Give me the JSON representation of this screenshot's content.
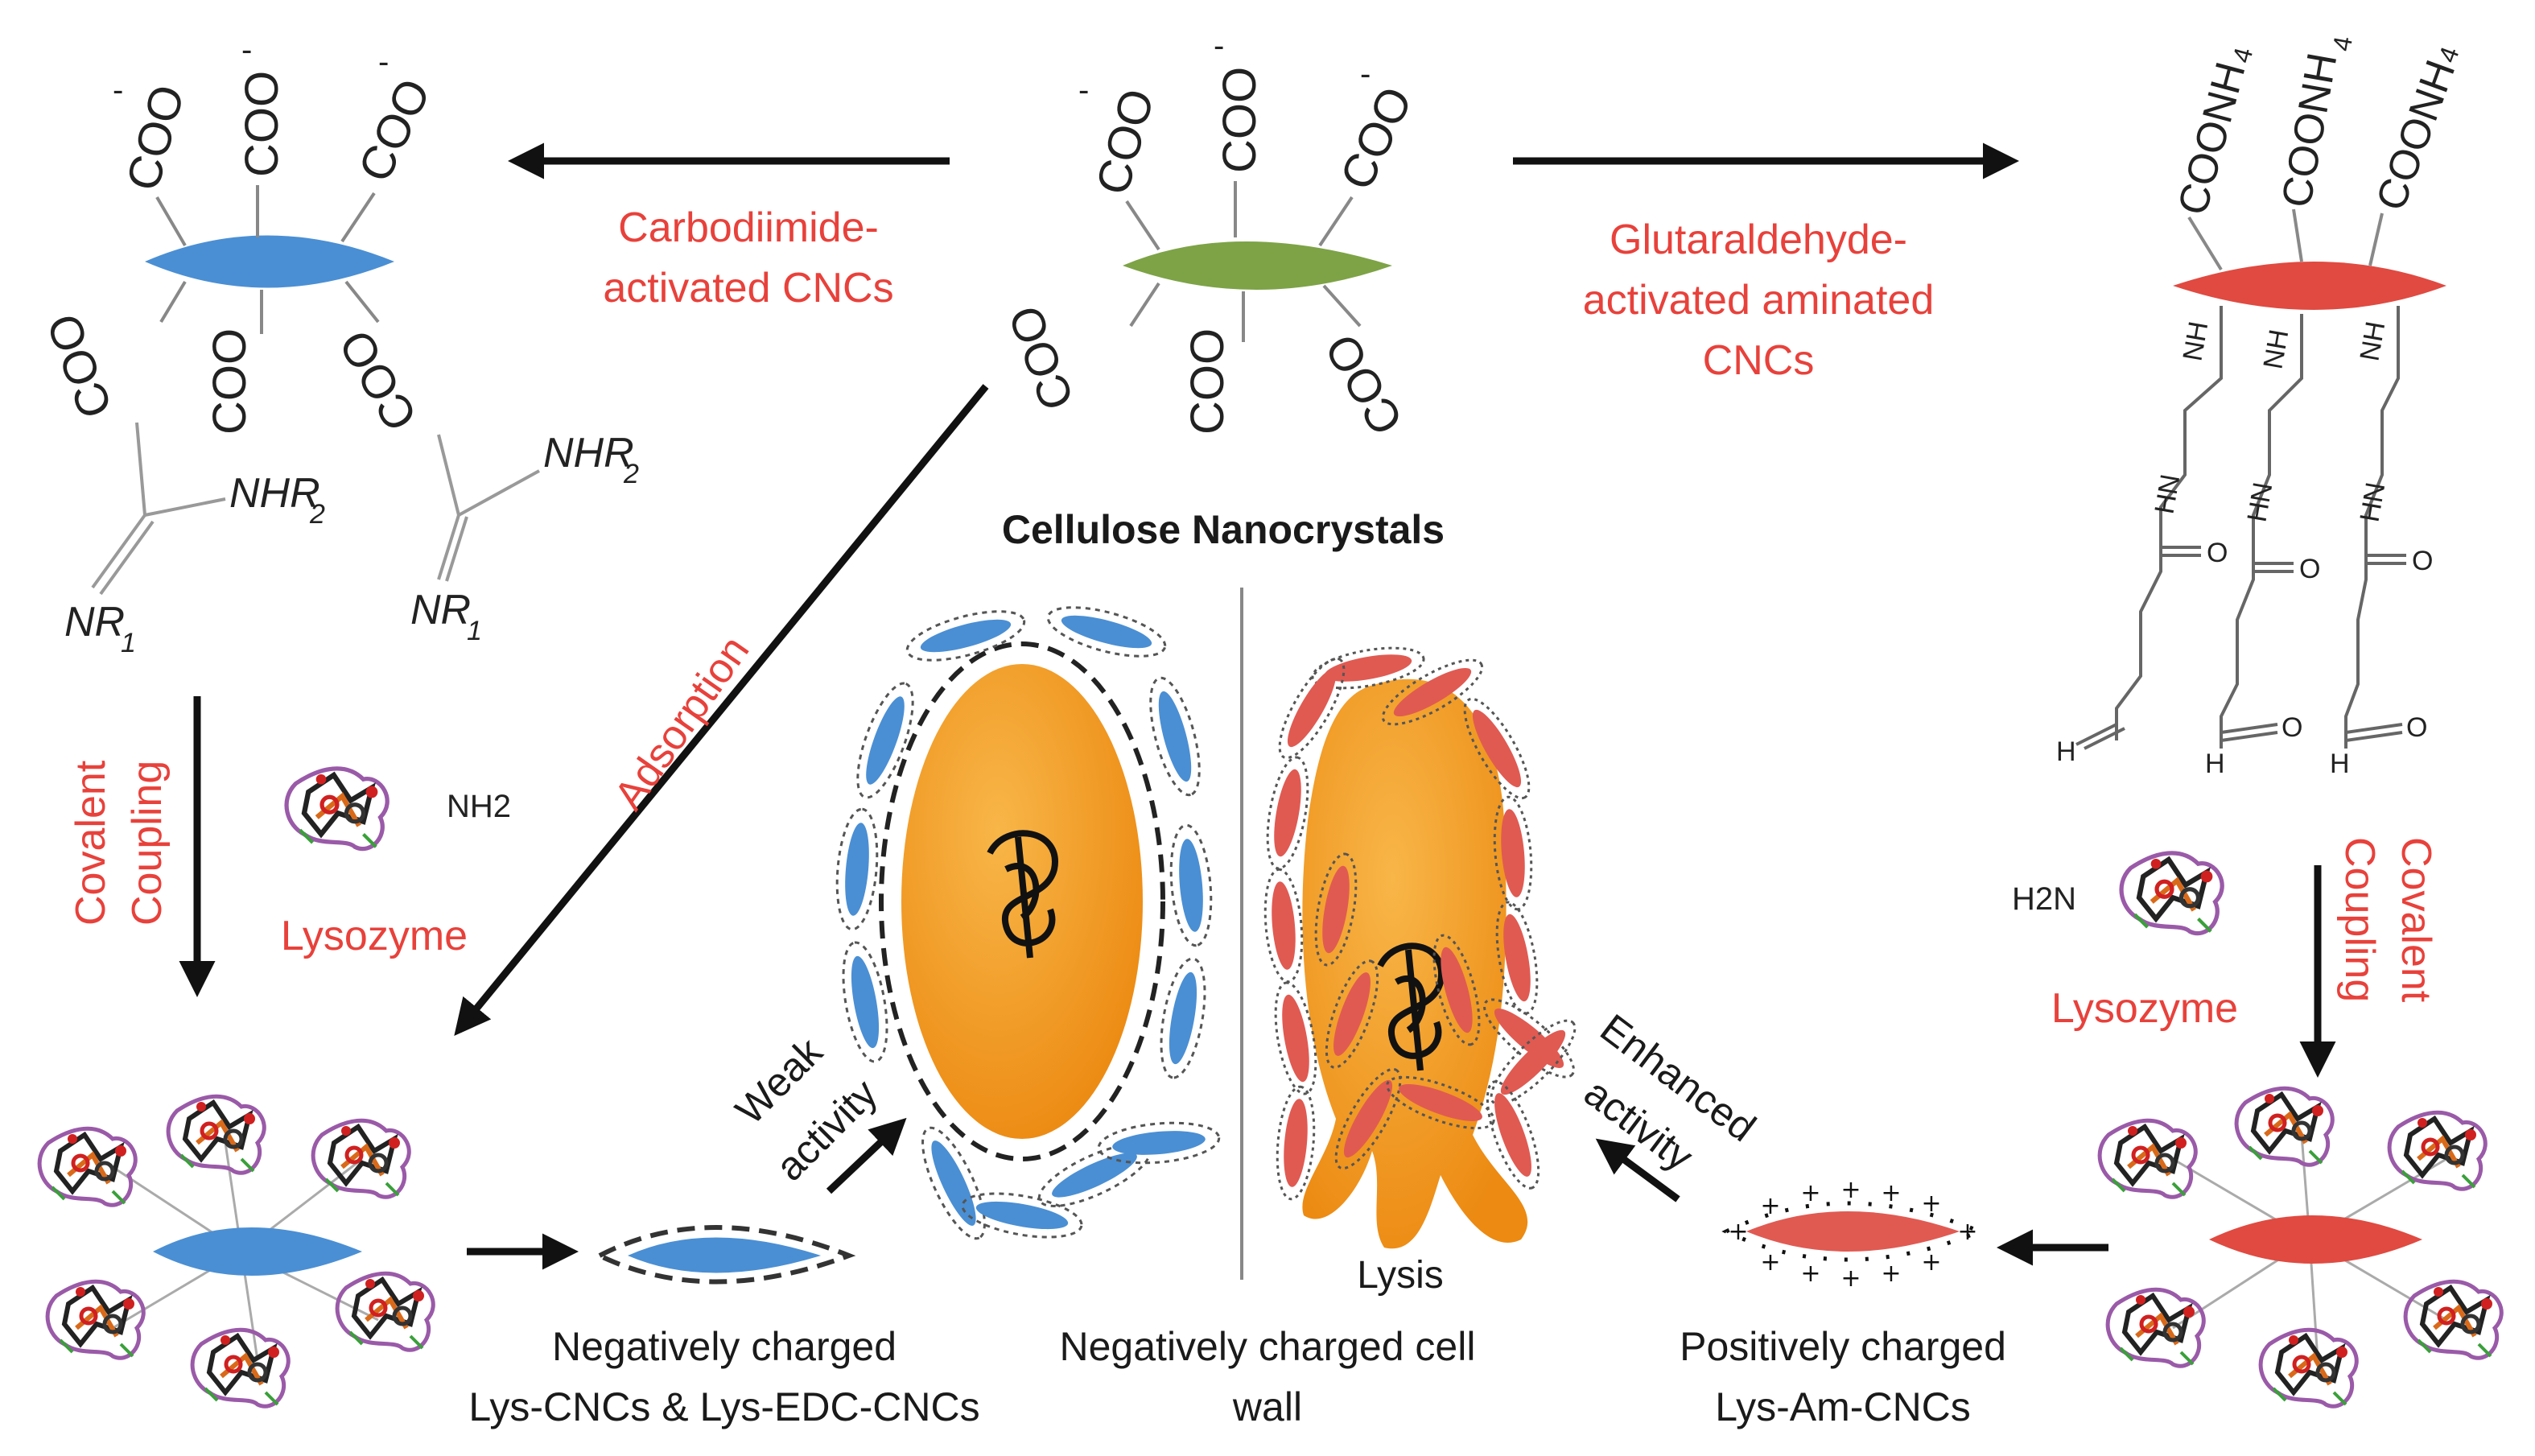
{
  "colors": {
    "blue_cnc": "#4a8fd4",
    "green_cnc": "#7da346",
    "red_cnc": "#e04a41",
    "cell": "#f39a1e",
    "label_red": "#e8413b",
    "text": "#1a1a1a"
  },
  "center": {
    "title": "Cellulose Nanocrystals",
    "groups": [
      "COO",
      "COO",
      "COO",
      "COO",
      "COO",
      "COO"
    ],
    "charge": "-"
  },
  "left_top": {
    "groups": [
      "COO",
      "COO",
      "COO",
      "COO",
      "COO",
      "COO"
    ],
    "charge": "-",
    "arrow_label_line1": "Carbodiimide-",
    "arrow_label_line2": "activated CNCs",
    "reagent": {
      "nhr2_a": "NHR",
      "nhr2_b": "NHR",
      "nr1_a": "NR",
      "nr1_b": "NR",
      "sub2": "2",
      "sub1": "1"
    }
  },
  "right_top": {
    "groups": [
      "COONH",
      "COONH",
      "COONH"
    ],
    "sub": "4",
    "arrow_label_line1": "Glutaraldehyde-",
    "arrow_label_line2": "activated aminated",
    "arrow_label_line3": "CNCs",
    "chain_labels": {
      "nh": "NH",
      "hn": "HN",
      "o": "O",
      "h": "H"
    }
  },
  "left_mid": {
    "coupling_line1": "Covalent",
    "coupling_line2": "Coupling",
    "protein_group": "NH2",
    "protein_name": "Lysozyme",
    "adsorption": "Adsorption"
  },
  "right_mid": {
    "coupling_line1": "Covalent",
    "coupling_line2": "Coupling",
    "protein_group": "H2N",
    "protein_name": "Lysozyme"
  },
  "bottom": {
    "weak_line1": "Weak",
    "weak_line2": "activity",
    "enhanced_line1": "Enhanced",
    "enhanced_line2": "activity",
    "lysis": "Lysis",
    "neg_line1": "Negatively charged",
    "neg_line2": "Lys-CNCs & Lys-EDC-CNCs",
    "wall_line1": "Negatively charged cell",
    "wall_line2": "wall",
    "pos_line1": "Positively charged",
    "pos_line2": "Lys-Am-CNCs"
  }
}
